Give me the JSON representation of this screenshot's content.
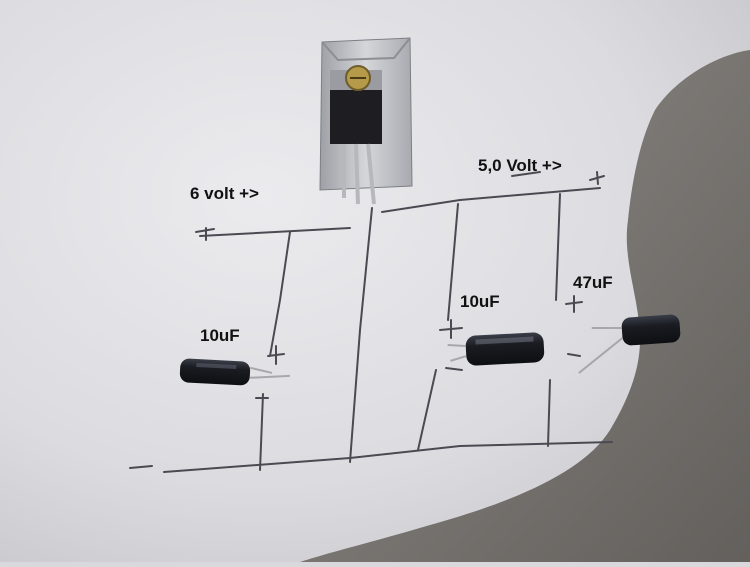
{
  "photo": {
    "input_label": "6 volt +>",
    "output_label": "5,0 Volt +>",
    "capacitors": [
      {
        "label": "10uF"
      },
      {
        "label": "10uF"
      },
      {
        "label": "47uF"
      }
    ],
    "colors": {
      "paper_light": "#e4e4e8",
      "paper_shadow": "#76736f",
      "pencil": "#4a4a52",
      "heatsink": "#bfc0c4",
      "regulator": "#1e1e22",
      "capacitor_body": "#1a1c22"
    }
  }
}
